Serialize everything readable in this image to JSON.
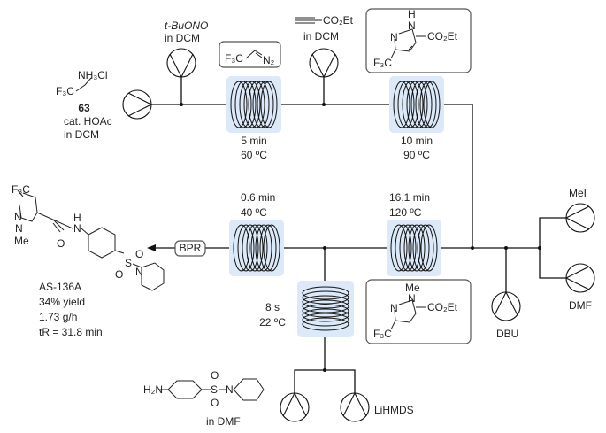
{
  "title": "Continuous flow synthesis of AS-136A",
  "reagents": {
    "start_formula": "F3C–CH2–NH3Cl",
    "start_compound_id": "63",
    "start_line1": "cat. HOAc",
    "start_line2": "in DCM",
    "tbuono_line1": "t-BuONO",
    "tbuono_line2": "in DCM",
    "propiolate_formula": "≡–CO2Et",
    "propiolate_line2": "in DCM",
    "mei": "MeI",
    "dmf": "DMF",
    "dbu": "DBU",
    "lihmds": "LiHMDS",
    "sulfonamide_line2": "in DMF"
  },
  "intermediates": {
    "diazo": "F3C–CH=N2",
    "pyrazole_nh": "3-CF3-1H-pyrazole-5-CO2Et",
    "pyrazole_nme": "1-Me-3-CF3-pyrazole-5-CO2Et"
  },
  "reactors": [
    {
      "id": "coil-1",
      "time": "5 min",
      "temp": "60 ºC"
    },
    {
      "id": "coil-2",
      "time": "10 min",
      "temp": "90 ºC"
    },
    {
      "id": "coil-3",
      "time": "16.1 min",
      "temp": "120 ºC"
    },
    {
      "id": "coil-4",
      "time": "0.6 min",
      "temp": "40 ºC"
    },
    {
      "id": "coil-5",
      "time": "8 s",
      "temp": "22 ºC"
    }
  ],
  "bpr_label": "BPR",
  "product": {
    "name": "AS-136A",
    "yield": "34% yield",
    "throughput": "1.73 g/h",
    "tr_label": "tR = 31.8 min"
  },
  "atoms": {
    "F3C": "F₃C",
    "NH3Cl": "NH₃Cl",
    "N": "N",
    "H": "H",
    "Me": "Me",
    "O": "O",
    "S": "S",
    "CO2Et": "CO₂Et",
    "N2": "N₂",
    "H2N": "H₂N"
  },
  "colors": {
    "coil_bg": "#dbe9f8",
    "line": "#111111",
    "box_border": "#555555"
  }
}
